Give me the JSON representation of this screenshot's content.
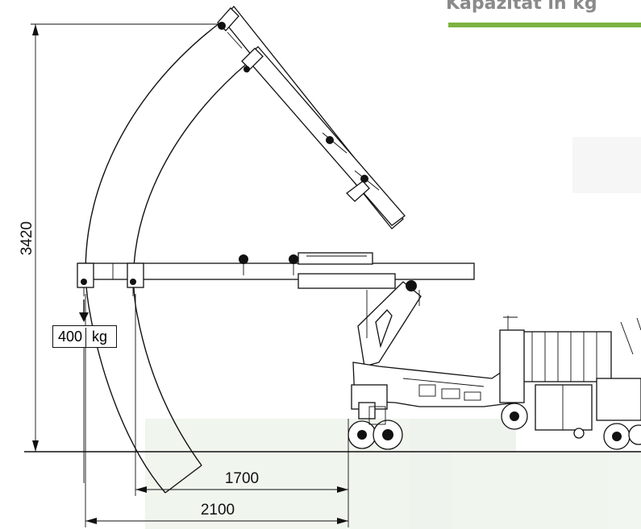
{
  "heading": "Kapazität in kg",
  "colors": {
    "accent": "#7cb342",
    "heading": "#8a8a8a",
    "line": "#111111"
  },
  "dimensions": {
    "height": "3420",
    "reach_inner": "1700",
    "reach_outer": "2100"
  },
  "load": {
    "value": "400",
    "unit": "kg"
  }
}
